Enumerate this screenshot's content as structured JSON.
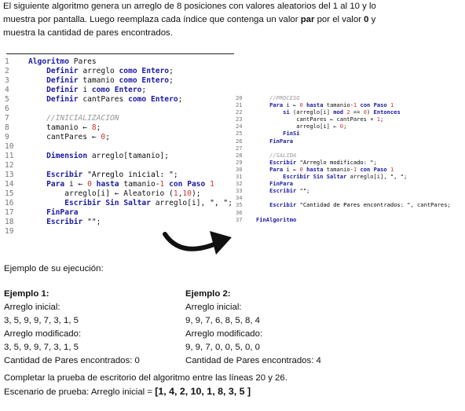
{
  "intro": {
    "line1": "El siguiente algoritmo genera un arreglo de 8 posiciones con valores aleatorios del 1 al 10 y lo",
    "line2": "muestra por pantalla. Luego reemplaza cada índice que contenga un valor",
    "bold_par": "par",
    "line2b": "por el valor",
    "bold_zero": "0",
    "line2c": "y",
    "line3": "muestra la cantidad de pares encontrados."
  },
  "code_left": [
    {
      "n": "1",
      "t": "Algoritmo Pares"
    },
    {
      "n": "2",
      "t": "    Definir arreglo como Entero;"
    },
    {
      "n": "3",
      "t": "    Definir tamanio como Entero;"
    },
    {
      "n": "4",
      "t": "    Definir i como Entero;"
    },
    {
      "n": "5",
      "t": "    Definir cantPares como Entero;"
    },
    {
      "n": "6",
      "t": ""
    },
    {
      "n": "7",
      "t": "    //INICIALIZACION"
    },
    {
      "n": "8",
      "t": "    tamanio ← 8;"
    },
    {
      "n": "9",
      "t": "    cantPares ← 0;"
    },
    {
      "n": "10",
      "t": ""
    },
    {
      "n": "11",
      "t": "    Dimension arreglo[tamanio];"
    },
    {
      "n": "12",
      "t": ""
    },
    {
      "n": "13",
      "t": "    Escribir \"Arreglo inicial: \";"
    },
    {
      "n": "14",
      "t": "    Para i ← 0 hasta tamanio-1 con Paso 1"
    },
    {
      "n": "15",
      "t": "        arreglo[i] ← Aleatorio (1,10);"
    },
    {
      "n": "16",
      "t": "        Escribir Sin Saltar arreglo[i], \", \";"
    },
    {
      "n": "17",
      "t": "    FinPara"
    },
    {
      "n": "18",
      "t": "    Escribir \"\";"
    },
    {
      "n": "19",
      "t": ""
    }
  ],
  "code_right": [
    {
      "n": "20",
      "t": "    //PROCESO"
    },
    {
      "n": "21",
      "t": "    Para i ← 0 hasta tamanio-1 con Paso 1"
    },
    {
      "n": "22",
      "t": "        si (arreglo[i] mod 2 == 0) Entonces"
    },
    {
      "n": "23",
      "t": "            cantPares ← cantPares + 1;"
    },
    {
      "n": "24",
      "t": "            arreglo[i] ← 0;"
    },
    {
      "n": "25",
      "t": "        FinSi"
    },
    {
      "n": "26",
      "t": "    FinPara"
    },
    {
      "n": "27",
      "t": ""
    },
    {
      "n": "28",
      "t": "    //SALIDA"
    },
    {
      "n": "29",
      "t": "    Escribir \"Arreglo modificado: \";"
    },
    {
      "n": "30",
      "t": "    Para i ← 0 hasta tamanio-1 con Paso 1"
    },
    {
      "n": "31",
      "t": "        Escribir Sin Saltar arreglo[i], \", \";"
    },
    {
      "n": "32",
      "t": "    FinPara"
    },
    {
      "n": "33",
      "t": "    Escribir \"\";"
    },
    {
      "n": "34",
      "t": ""
    },
    {
      "n": "35",
      "t": "    Escribir \"Cantidad de Pares encontrados: \", cantPares;"
    },
    {
      "n": "36",
      "t": ""
    },
    {
      "n": "37",
      "t": "FinAlgoritmo"
    }
  ],
  "example_intro": "Ejemplo de su ejecución:",
  "example1": {
    "title": "Ejemplo 1:",
    "l1": "Arreglo inicial:",
    "l2": "3, 5, 9, 9, 7, 3, 1, 5",
    "l3": "Arreglo modificado:",
    "l4": "3, 5, 9, 9, 7, 3, 1, 5",
    "l5": "Cantidad de Pares encontrados: 0"
  },
  "example2": {
    "title": "Ejemplo 2:",
    "l1": "Arreglo inicial:",
    "l2": "9, 9, 7, 6, 8, 5, 8, 4",
    "l3": "Arreglo modificado:",
    "l4": "9, 9, 7, 0, 0, 5, 0, 0",
    "l5": "Cantidad de Pares encontrados: 4"
  },
  "task": "Completar la prueba de escritorio del algoritmo entre las líneas 20 y 26.",
  "scenario_label": "Escenario de prueba: Arreglo inicial =",
  "scenario_value": "[1, 4, 2, 10, 1, 8, 3, 5 ]"
}
